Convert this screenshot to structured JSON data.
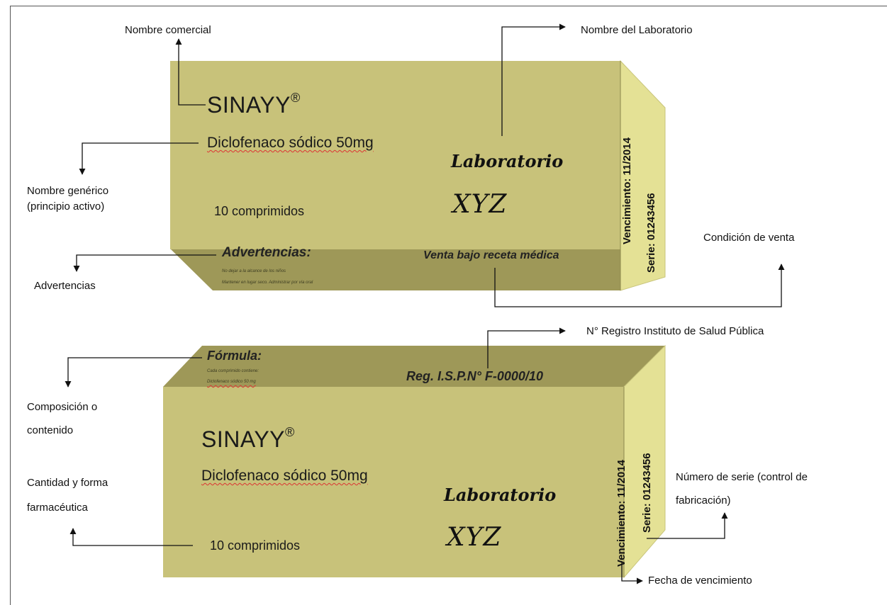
{
  "annotations": {
    "trade_name": "Nombre comercial",
    "lab_name": "Nombre del Laboratorio",
    "generic_name_1": "Nombre genérico",
    "generic_name_2": "(principio activo)",
    "warnings": "Advertencias",
    "sale_condition": "Condición de venta",
    "isp_registry": "N° Registro Instituto de Salud Pública",
    "composition_1": "Composición o",
    "composition_2": "contenido",
    "quantity_form_1": "Cantidad y forma",
    "quantity_form_2": "farmacéutica",
    "serial_number_1": "Número de serie (control de",
    "serial_number_2": "fabricación)",
    "expiry_date": "Fecha de vencimiento"
  },
  "box_top": {
    "brand": "SINAYY",
    "registered": "®",
    "generic": "Diclofenaco sódico 50mg",
    "quantity": "10 comprimidos",
    "lab_line1": "Laboratorio",
    "lab_line2": "XYZ",
    "warnings_title": "Advertencias:",
    "warnings_line1": "No dejar a la alcance de los niños",
    "warnings_line2": "Mantener en lugar seco. Administrar por vía oral",
    "sale_condition": "Venta bajo receta médica",
    "side_expiry": "Vencimiento: 11/2014",
    "side_serial": "Serie: 01243456"
  },
  "box_bottom": {
    "formula_title": "Fórmula:",
    "formula_line1": "Cada comprimido contiene:",
    "formula_line2": "Diclofenaco sódico 50 mg",
    "registry": "Reg. I.S.P.N° F-0000/10",
    "brand": "SINAYY",
    "registered": "®",
    "generic": "Diclofenaco sódico 50mg",
    "quantity": "10 comprimidos",
    "lab_line1": "Laboratorio",
    "lab_line2": "XYZ",
    "side_expiry": "Vencimiento: 11/2014",
    "side_serial": "Serie: 01243456"
  },
  "colors": {
    "box_front": "#c8c27a",
    "box_bottom_face": "#9e9858",
    "box_side": "#e4e195",
    "lines": "#111111"
  }
}
